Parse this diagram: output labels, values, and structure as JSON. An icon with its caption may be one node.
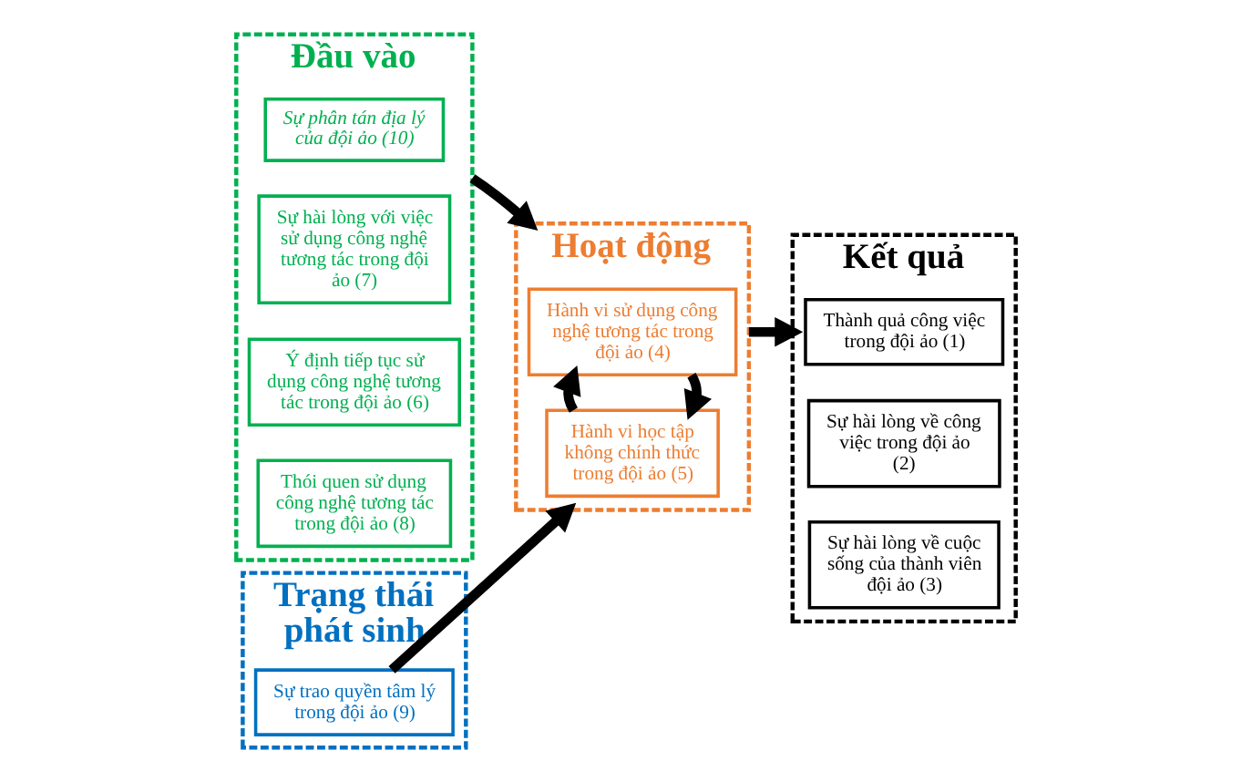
{
  "diagram": {
    "nodes": [
      {
        "text": [
          "Đầu vào"
        ]
      },
      {
        "text": [
          "Sự phân tán địa lý của đội ảo (10)"
        ],
        "in": 0
      },
      {
        "text": [
          "Sự hài lòng với việc sử dụng công nghệ tương tác trong đội ảo (7)"
        ],
        "in": 0
      },
      {
        "text": [
          "Ý định tiếp tục sử dụng công nghệ tương tác trong đội ảo (6)"
        ],
        "in": 0
      },
      {
        "text": [
          "Thói quen sử dụng công nghệ tương tác trong đội ảo (8)"
        ],
        "in": 0
      },
      {
        "text": [
          "Hoạt động"
        ]
      },
      {
        "text": [
          "Hành vi sử dụng công nghệ tương tác trong đội ảo (4)"
        ],
        "in": 5
      },
      {
        "text": [
          "Hành vi học tập không chính thức trong đội ảo (5)"
        ],
        "in": 5
      },
      {
        "text": [
          "Kết quả"
        ]
      },
      {
        "text": [
          "Thành quả công việc trong đội ảo (1)"
        ],
        "in": 8
      },
      {
        "text": [
          "Sự hài lòng về công việc trong đội ảo (2)"
        ],
        "in": 8
      },
      {
        "text": [
          "Sự hài lòng về cuộc sống của thành viên đội ảo (3)"
        ],
        "in": 8
      },
      {
        "text": [
          "Trạng thái phát sinh"
        ]
      },
      {
        "text": [
          "Sự trao quyền tâm lý trong đội ảo (9)"
        ],
        "in": 12
      }
    ],
    "edges": [
      {
        "from": 0,
        "to": 5,
        "arrow": "to"
      },
      {
        "from": 5,
        "to": 8,
        "arrow": "to"
      },
      {
        "from": 13,
        "to": 5,
        "arrow": "to"
      },
      {
        "from": 6,
        "to": 7,
        "arrow": "to"
      },
      {
        "from": 7,
        "to": 6,
        "arrow": "to"
      }
    ]
  }
}
